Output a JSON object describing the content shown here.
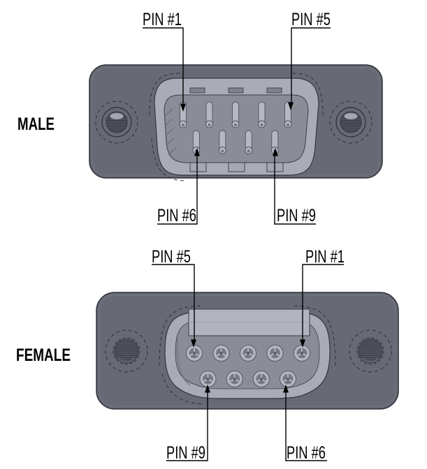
{
  "male": {
    "label": "MALE",
    "callout_top_left": "PIN #1",
    "callout_top_right": "PIN #5",
    "callout_bottom_left": "PIN #6",
    "callout_bottom_right": "PIN #9",
    "pins": {
      "top_row": 5,
      "bottom_row": 4,
      "total": 9
    }
  },
  "female": {
    "label": "FEMALE",
    "callout_top_left": "PIN #5",
    "callout_top_right": "PIN #1",
    "callout_bottom_left": "PIN #9",
    "callout_bottom_right": "PIN #6",
    "sockets": {
      "top_row": 5,
      "bottom_row": 4,
      "total": 9
    }
  },
  "colors": {
    "background": "#ffffff",
    "flange": "#676a75",
    "shroud": "#a9acb7",
    "shroud_highlight": "#b1b4bf",
    "face": "#8a8d98",
    "pin": "#b5b8c2",
    "socket_inner": "#767983",
    "screw_insert": "#50535d",
    "annotation": "#000000"
  }
}
